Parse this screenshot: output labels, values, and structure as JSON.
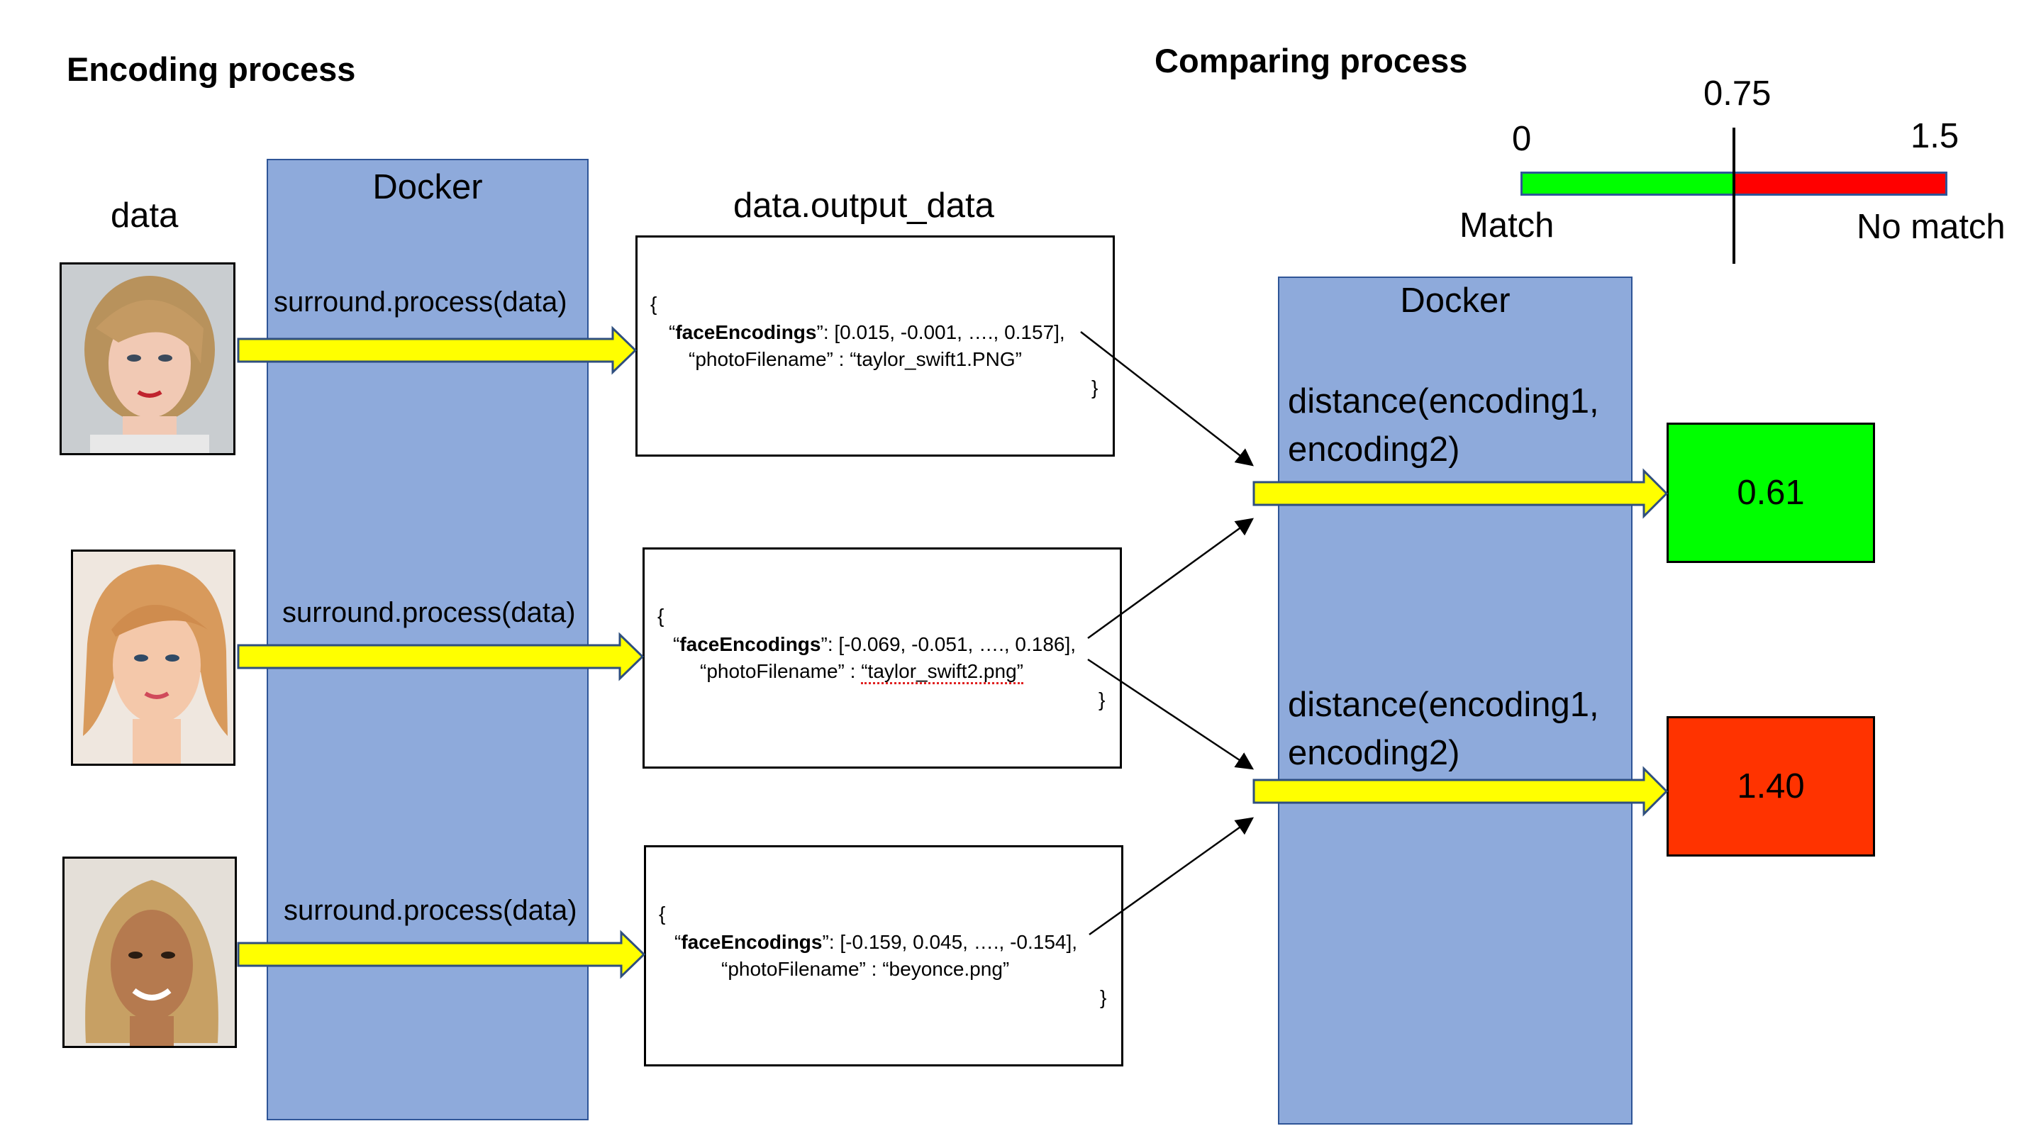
{
  "encoding": {
    "title": "Encoding process",
    "data_label": "data",
    "docker_label": "Docker",
    "output_label": "data.output_data",
    "call_label": "surround.process(data)",
    "records": [
      {
        "open": "{",
        "key": "faceEncodings",
        "values": ": [0.015, -0.001, …., 0.157],",
        "filename_key": "“photoFilename” : ",
        "filename": "“taylor_swift1.PNG”",
        "close": "}"
      },
      {
        "open": "{",
        "key": "faceEncodings",
        "values": ": [-0.069, -0.051, …., 0.186],",
        "filename_key": "“photoFilename” : ",
        "filename": "“taylor_swift2.png”",
        "close": "}"
      },
      {
        "open": "{",
        "key": "faceEncodings",
        "values": ": [-0.159, 0.045, …., -0.154],",
        "filename_key": "“photoFilename” : ",
        "filename": "“beyonce.png”",
        "close": "}"
      }
    ]
  },
  "comparing": {
    "title": "Comparing process",
    "docker_label": "Docker",
    "scale": {
      "min_label": "0",
      "threshold_label": "0.75",
      "max_label": "1.5",
      "min": 0,
      "threshold": 0.75,
      "max": 1.5,
      "match_label": "Match",
      "no_match_label": "No match",
      "match_color": "#00ff00",
      "no_match_color": "#ff0000"
    },
    "distance_line1": "distance(encoding1,",
    "distance_line2": "encoding2)",
    "results": [
      {
        "value": "0.61",
        "color": "#00ff00"
      },
      {
        "value": "1.40",
        "color": "#ff3300"
      }
    ]
  },
  "colors": {
    "docker_fill": "#8eaadb",
    "docker_border": "#2f5597",
    "arrow_fill": "#ffff00"
  }
}
